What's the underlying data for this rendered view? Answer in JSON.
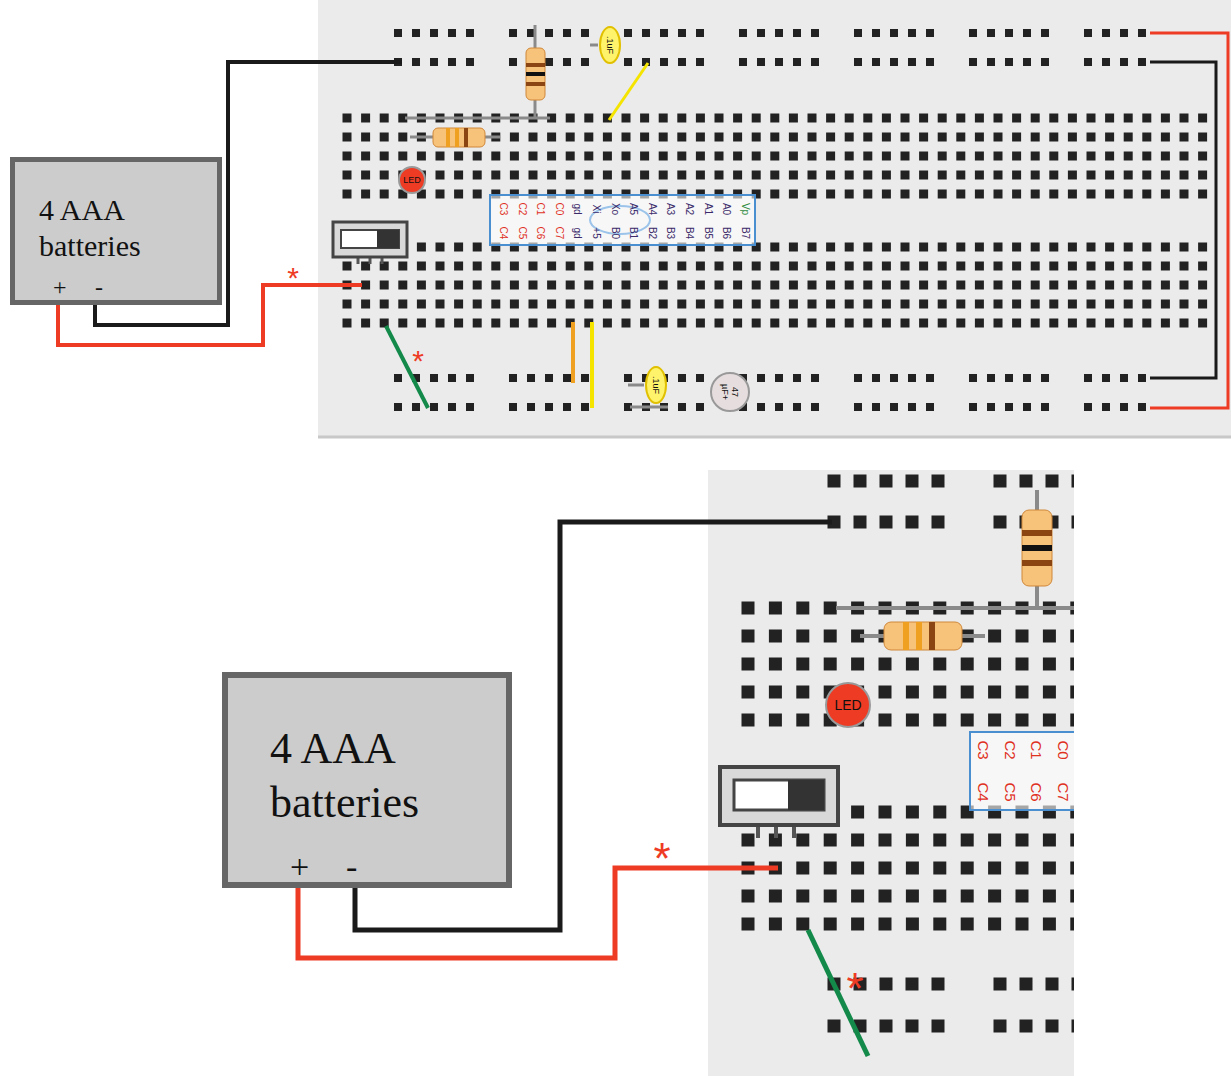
{
  "diagram": {
    "nodes": [
      {
        "text": [
          "4 AAA batteries",
          "+",
          "-"
        ]
      },
      {
        "text": [
          "LED"
        ]
      },
      {
        "text": [
          ".1uF"
        ]
      },
      {
        "text": [
          ".1uF"
        ]
      },
      {
        "text": [
          "47 µF+"
        ]
      },
      {
        "text": [
          "4 AAA batteries",
          "+",
          "-"
        ]
      },
      {
        "text": [
          "LED"
        ]
      }
    ],
    "edges": [],
    "labels": [
      "*",
      "*",
      "C3",
      "C2",
      "C1",
      "C0",
      "gd",
      "Xi",
      "Xo",
      "A5",
      "A4",
      "A3",
      "A2",
      "A1",
      "A0",
      "Vp",
      "C4",
      "C5",
      "C6",
      "C7",
      "gd",
      "+5",
      "B0",
      "B1",
      "B2",
      "B3",
      "B4",
      "B5",
      "B6",
      "B7",
      "*",
      "*",
      "C3",
      "C2",
      "C1",
      "C0",
      "C4",
      "C5",
      "C6",
      "C7"
    ]
  }
}
